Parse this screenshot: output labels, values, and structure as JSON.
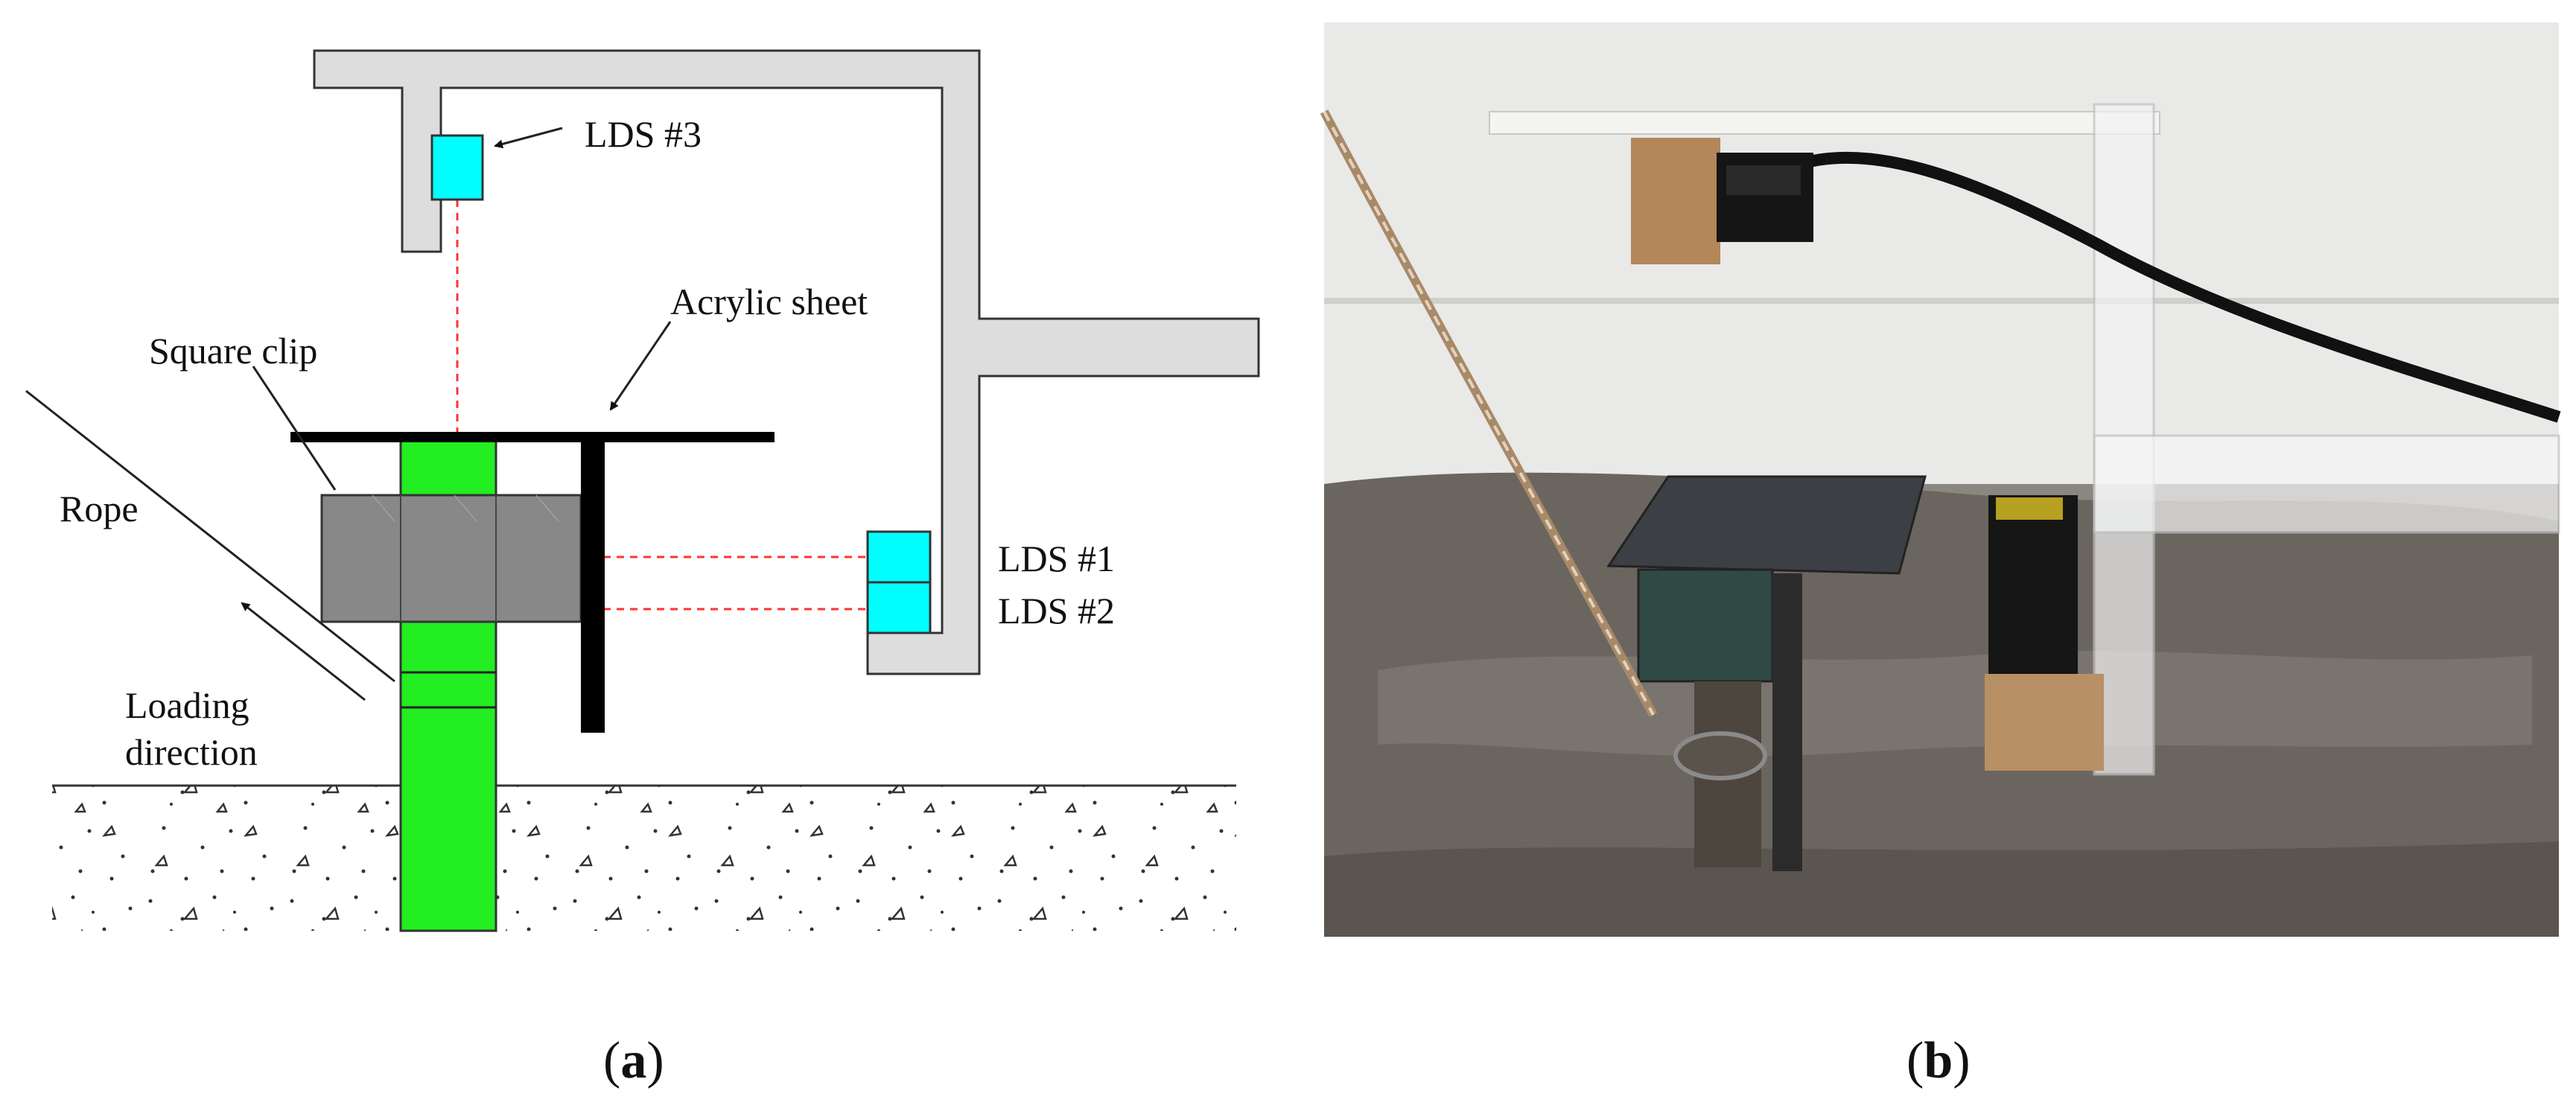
{
  "panel_a": {
    "labels": {
      "lds3": "LDS #3",
      "acrylic_sheet": "Acrylic sheet",
      "square_clip": "Square clip",
      "rope": "Rope",
      "lds1": "LDS #1",
      "lds2": "LDS #2",
      "loading_line1": "Loading",
      "loading_line2": "direction"
    },
    "caption_letter": "a"
  },
  "panel_b": {
    "caption_letter": "b"
  },
  "colors": {
    "pile": "#22ee22",
    "sensor": "#00ffff",
    "clip": "#888888",
    "frame": "#dddddd",
    "laser": "#ff3333",
    "sheet": "#000000"
  }
}
